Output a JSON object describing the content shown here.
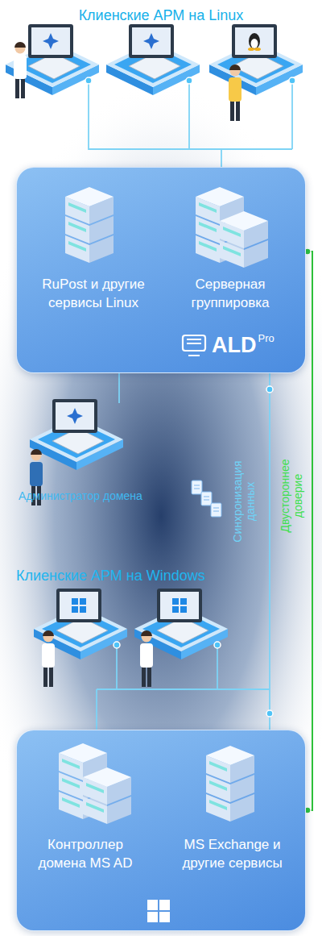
{
  "diagram": {
    "nodes": [
      {
        "text": [
          "Клиенские АРМ на Linux"
        ]
      },
      {
        "text": [
          "ALD",
          "Pro"
        ]
      },
      {
        "text": [
          "RuPost и другие сервисы Linux"
        ],
        "in": 1
      },
      {
        "text": [
          "Серверная группировка"
        ],
        "in": 1
      },
      {
        "text": [
          "Администратор домена"
        ]
      },
      {
        "text": [
          "Клиенские АРМ на Windows"
        ]
      },
      {
        "text": []
      },
      {
        "text": [
          "Контроллер домена MS AD"
        ],
        "in": 6
      },
      {
        "text": [
          "MS Exchange и другие сервисы"
        ],
        "in": 6
      }
    ],
    "edges": [
      {
        "from": 0,
        "to": 1,
        "arrow": "none"
      },
      {
        "from": 1,
        "to": 4,
        "arrow": "none"
      },
      {
        "from": 1,
        "to": 6,
        "label": "Синхронизация данных",
        "arrow": "none"
      },
      {
        "from": 1,
        "to": 6,
        "label": "Двустороннее доверие",
        "arrow": "none"
      },
      {
        "from": 5,
        "to": 6,
        "arrow": "none"
      },
      {
        "from": 7,
        "to": 8,
        "arrow": "none"
      }
    ]
  }
}
